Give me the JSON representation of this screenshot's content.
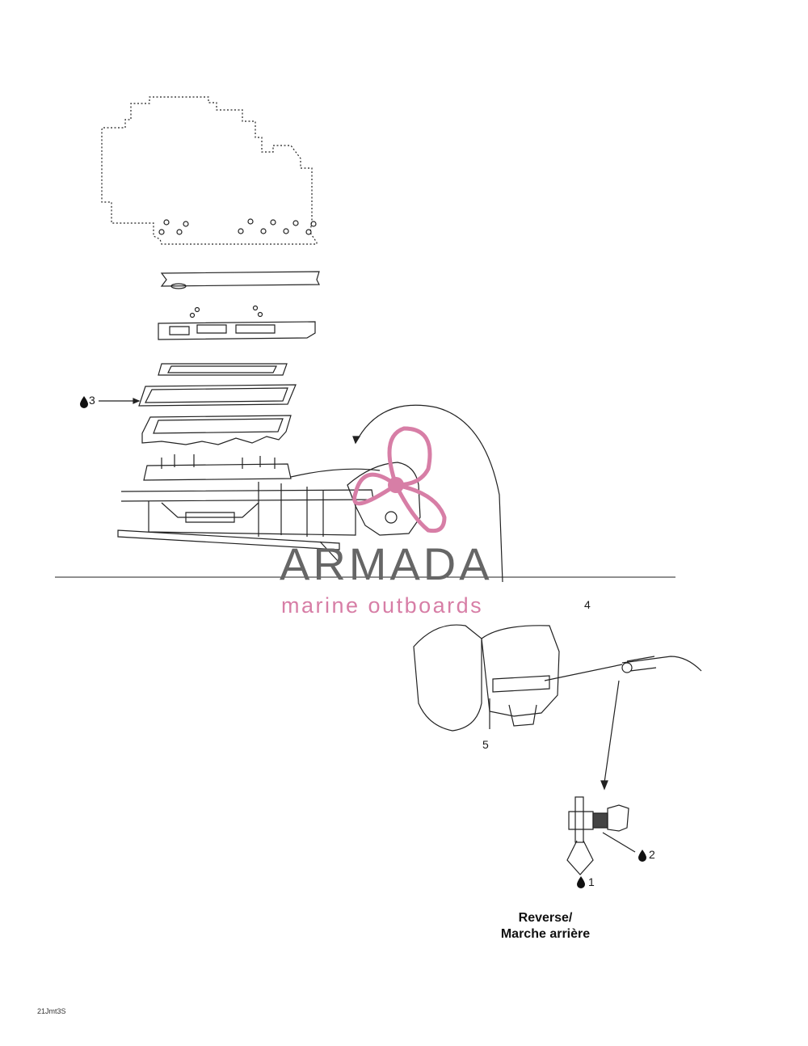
{
  "callouts": {
    "c1": "1",
    "c2": "2",
    "c3": "3",
    "c4": "4",
    "c5": "5"
  },
  "caption": {
    "line1": "Reverse/",
    "line2": "Marche arrière"
  },
  "footer_code": "21Jmt3S",
  "watermark": {
    "name": "ARMADA",
    "subtitle": "marine outboards",
    "accent_color": "#d77ea6",
    "text_color": "#666666"
  },
  "icons": [
    "lubricant-drop-icon",
    "propeller-logo-icon"
  ]
}
